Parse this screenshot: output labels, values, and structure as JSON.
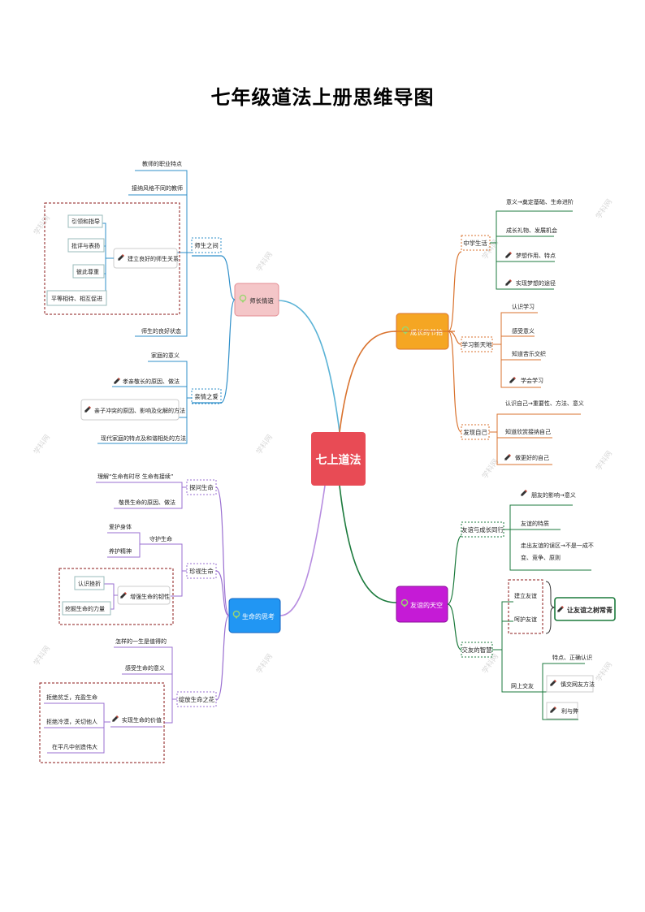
{
  "title": "七年级道法上册思维导图",
  "center": "七上道法",
  "colors": {
    "center": "#e84b55",
    "teacher": "#2f8fc9",
    "growth": "#d9722d",
    "friend": "#1b7a3c",
    "life": "#9a6fd1",
    "growth_box": "#f5a623",
    "friend_box": "#c51bd6",
    "life_box": "#2196f3",
    "teacher_box": "#f4c6c8",
    "dash_red": "#8b1a1a"
  },
  "watermark": "学科网",
  "branches": {
    "teacher": {
      "label": "师长情谊",
      "sub1": {
        "label": "师生之间",
        "items": [
          "教师的职业特点",
          "接纳风格不同的教师",
          "建立良好的师生关系",
          "师生的良好状态"
        ],
        "sub_items": [
          "引领和指导",
          "批评与表扬",
          "彼此尊重",
          "平等相待、相互促进"
        ]
      },
      "sub2": {
        "label": "亲情之爱",
        "items": [
          "家庭的意义",
          "孝亲敬长的原因、做法",
          "亲子冲突的原因、影响及化解的方法",
          "现代家庭的特点及和谐相处的方法"
        ]
      }
    },
    "growth": {
      "label": "成长的节拍",
      "sub1": {
        "label": "中学生活",
        "items": [
          "意义→奠定基础、生命进阶",
          "成长礼物、发展机会",
          "梦想作用、特点",
          "实现梦想的途径"
        ]
      },
      "sub2": {
        "label": "学习新天地",
        "items": [
          "认识学习",
          "感受意义",
          "知道苦乐交织",
          "学会学习"
        ]
      },
      "sub3": {
        "label": "发现自己",
        "items": [
          "认识自己→重要性、方法、意义",
          "知道欣赏接纳自己",
          "做更好的自己"
        ]
      }
    },
    "friend": {
      "label": "友谊的天空",
      "sub1": {
        "label": "友谊与成长同行",
        "items": [
          "朋友的影响→意义",
          "友谊的特质",
          "走出友谊的误区→不是一成不变、竞争、原则"
        ]
      },
      "sub2": {
        "label": "交友的智慧",
        "items": [
          "建立友谊",
          "呵护友谊",
          "网上交友"
        ],
        "online": [
          "特点、正确认识",
          "慎交网友方法",
          "利与弊"
        ],
        "highlight": "让友谊之树常青"
      }
    },
    "life": {
      "label": "生命的思考",
      "sub1": {
        "label": "探问生命",
        "items": [
          "理解“生命有时尽 生命有接续”",
          "敬畏生命的原因、做法"
        ]
      },
      "sub2": {
        "label": "珍视生命",
        "items": [
          "守护生命",
          "增强生命的韧性"
        ],
        "guard": [
          "爱护身体",
          "养护精神"
        ],
        "tough": [
          "认识挫折",
          "挖掘生命的力量"
        ]
      },
      "sub3": {
        "label": "绽放生命之花",
        "items": [
          "怎样的一生是值得的",
          "感受生命的意义",
          "实现生命的价值"
        ],
        "value": [
          "拒绝贫乏，充盈生命",
          "拒绝冷漠，关切他人",
          "在平凡中创造伟大"
        ]
      }
    }
  }
}
